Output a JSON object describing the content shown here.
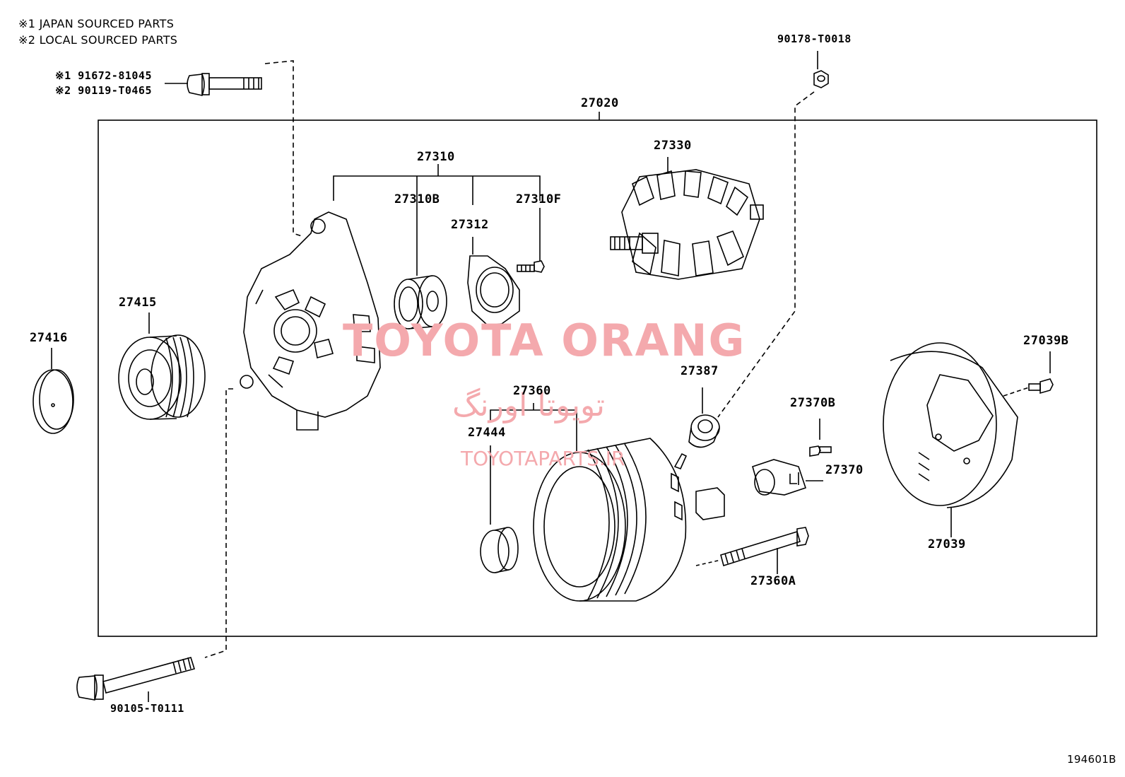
{
  "legend": {
    "line1": "※1 JAPAN SOURCED PARTS",
    "line2": "※2 LOCAL SOURCED PARTS"
  },
  "bolt_variants": {
    "v1": "※1 91672-81045",
    "v2": "※2 90119-T0465"
  },
  "assembly_label": "27020",
  "parts": {
    "p90178": "90178-T0018",
    "p27310": "27310",
    "p27310B": "27310B",
    "p27312": "27312",
    "p27310F": "27310F",
    "p27330": "27330",
    "p27415": "27415",
    "p27416": "27416",
    "p27387": "27387",
    "p27360": "27360",
    "p27444": "27444",
    "p27370B": "27370B",
    "p27370": "27370",
    "p27039B": "27039B",
    "p27039": "27039",
    "p27360A": "27360A",
    "p90105": "90105-T0111"
  },
  "diagram_id": "194601B",
  "watermark": {
    "main": "TOYOTA ORANG",
    "persian": "تویوتا اورنگ",
    "small": "TOYOTAPARTS.IR"
  },
  "colors": {
    "line": "#000000",
    "watermark": "#f4a9ad"
  }
}
